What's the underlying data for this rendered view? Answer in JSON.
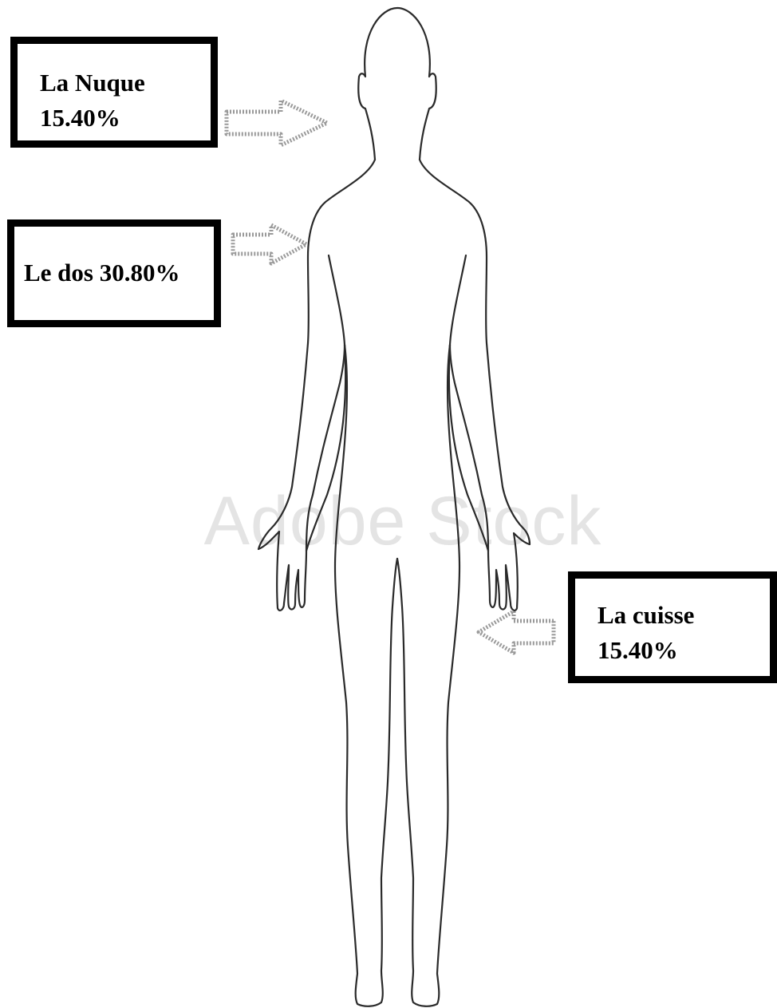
{
  "labels": {
    "neck": {
      "name": "La Nuque",
      "value": "15.40%"
    },
    "back": {
      "name": "Le dos",
      "value": "30.80%"
    },
    "thigh": {
      "name": "La cuisse",
      "value": "15.40%"
    }
  },
  "watermark": {
    "text": "Adobe Stock"
  },
  "colors": {
    "outline": "#2a2a2a",
    "box_border": "#000000",
    "arrow_fill": "#ffffff",
    "arrow_stroke": "#9a9a9a",
    "watermark": "#e4e4e4"
  },
  "icons": {
    "arrow": "hollow-arrow-icon",
    "figure": "human-body-outline"
  }
}
